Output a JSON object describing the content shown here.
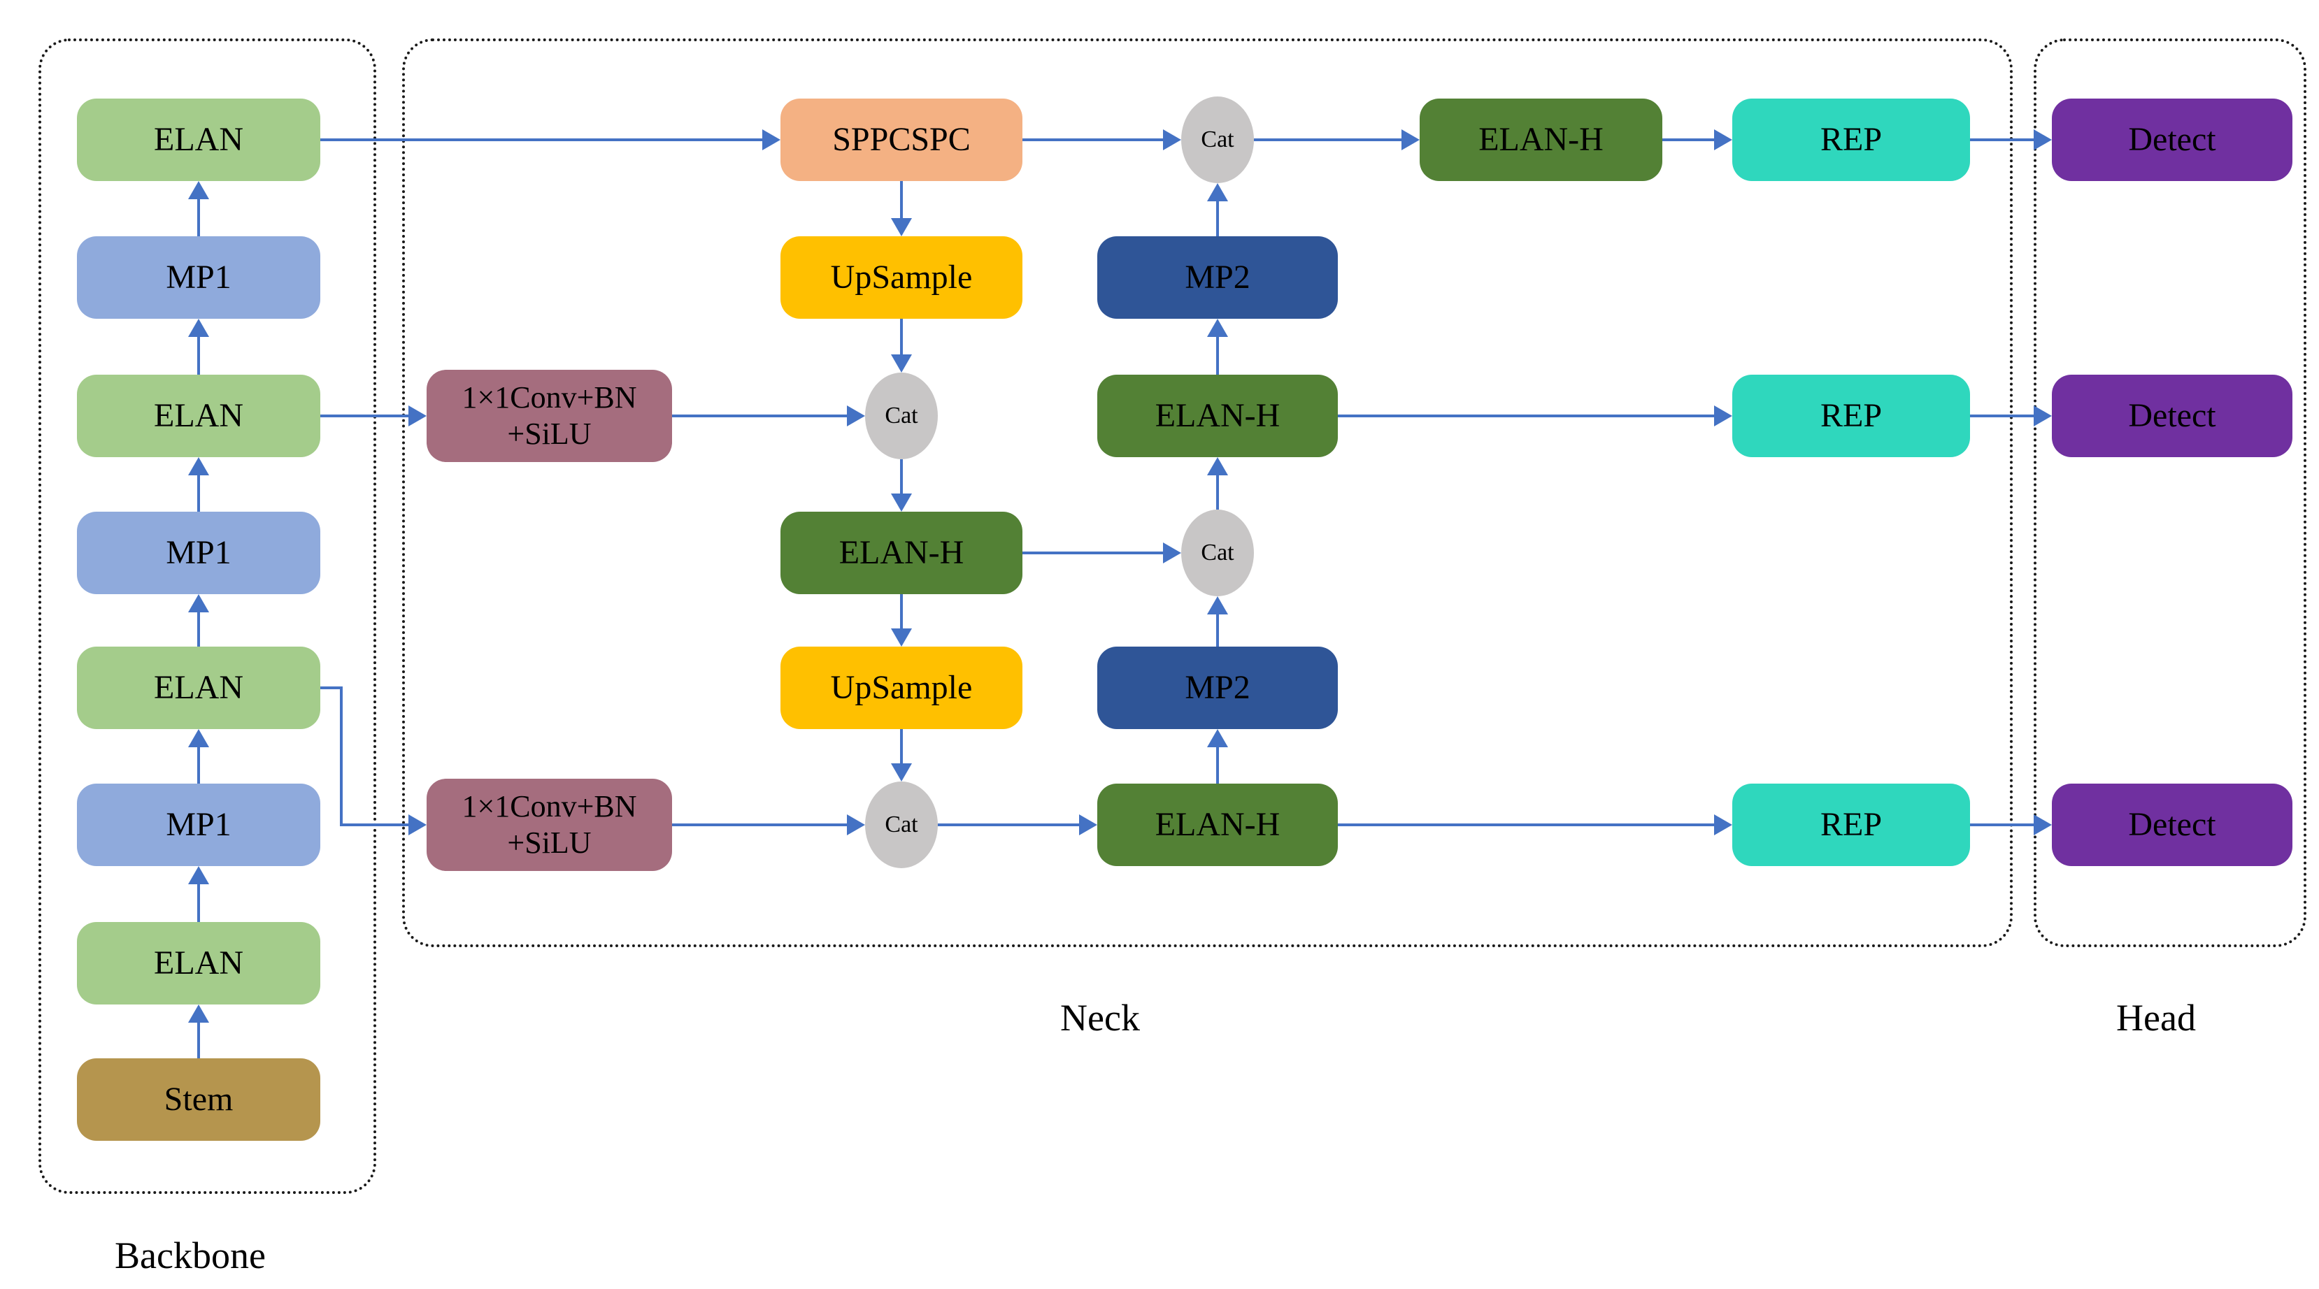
{
  "sections": {
    "backbone": {
      "label": "Backbone"
    },
    "neck": {
      "label": "Neck"
    },
    "head": {
      "label": "Head"
    }
  },
  "nodes": {
    "elan1": {
      "label": "ELAN"
    },
    "mp1a": {
      "label": "MP1"
    },
    "elan2": {
      "label": "ELAN"
    },
    "mp1b": {
      "label": "MP1"
    },
    "elan3": {
      "label": "ELAN"
    },
    "mp1c": {
      "label": "MP1"
    },
    "elan4": {
      "label": "ELAN"
    },
    "stem": {
      "label": "Stem"
    },
    "sppcspc": {
      "label": "SPPCSPC"
    },
    "upsample1": {
      "label": "UpSample"
    },
    "upsample2": {
      "label": "UpSample"
    },
    "conv1": {
      "label": "1×1Conv+BN\n+SiLU"
    },
    "conv2": {
      "label": "1×1Conv+BN\n+SiLU"
    },
    "cat_top": {
      "label": "Cat"
    },
    "cat_mid": {
      "label": "Cat"
    },
    "cat_right": {
      "label": "Cat"
    },
    "cat_bottom": {
      "label": "Cat"
    },
    "mp2_top": {
      "label": "MP2"
    },
    "mp2_bottom": {
      "label": "MP2"
    },
    "elanh_top": {
      "label": "ELAN-H"
    },
    "elanh_row2": {
      "label": "ELAN-H"
    },
    "elanh_mid": {
      "label": "ELAN-H"
    },
    "elanh_bottom": {
      "label": "ELAN-H"
    },
    "rep1": {
      "label": "REP"
    },
    "rep2": {
      "label": "REP"
    },
    "rep3": {
      "label": "REP"
    },
    "detect1": {
      "label": "Detect"
    },
    "detect2": {
      "label": "Detect"
    },
    "detect3": {
      "label": "Detect"
    }
  },
  "colors": {
    "elan": "#a4cc8b",
    "mp1": "#8faadc",
    "stem": "#b5954e",
    "sppcspc": "#f4b183",
    "upsample": "#ffc000",
    "conv": "#a56d7e",
    "cat": "#c8c6c6",
    "mp2": "#2f5597",
    "elanh": "#538135",
    "rep": "#2fd7bd",
    "detect": "#7030a0",
    "arrow": "#4472c4",
    "border": "#1a1a1a"
  }
}
